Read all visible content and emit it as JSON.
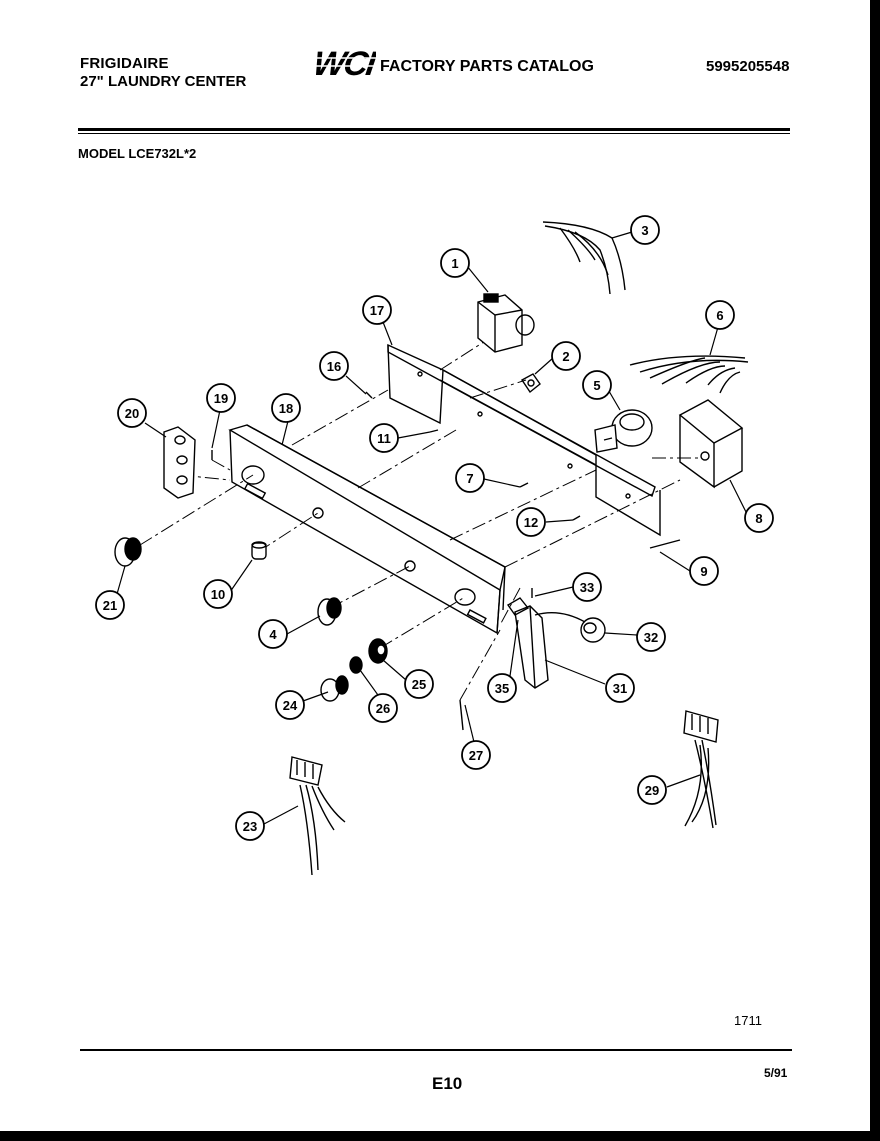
{
  "header": {
    "brand_line1": "FRIGIDAIRE",
    "brand_line2": "27\" LAUNDRY CENTER",
    "logo_text": "WCI",
    "catalog_title": "FACTORY PARTS CATALOG",
    "catalog_number": "5995205548",
    "model": "MODEL LCE732L*2"
  },
  "footer": {
    "diagram_code": "1711",
    "page": "E10",
    "date": "5/91"
  },
  "callouts": [
    {
      "label": "1"
    },
    {
      "label": "2"
    },
    {
      "label": "3"
    },
    {
      "label": "4"
    },
    {
      "label": "5"
    },
    {
      "label": "6"
    },
    {
      "label": "7"
    },
    {
      "label": "8"
    },
    {
      "label": "9"
    },
    {
      "label": "10"
    },
    {
      "label": "11"
    },
    {
      "label": "12"
    },
    {
      "label": "16"
    },
    {
      "label": "17"
    },
    {
      "label": "18"
    },
    {
      "label": "19"
    },
    {
      "label": "20"
    },
    {
      "label": "21"
    },
    {
      "label": "23"
    },
    {
      "label": "24"
    },
    {
      "label": "25"
    },
    {
      "label": "26"
    },
    {
      "label": "27"
    },
    {
      "label": "29"
    },
    {
      "label": "31"
    },
    {
      "label": "32"
    },
    {
      "label": "33"
    },
    {
      "label": "35"
    }
  ]
}
